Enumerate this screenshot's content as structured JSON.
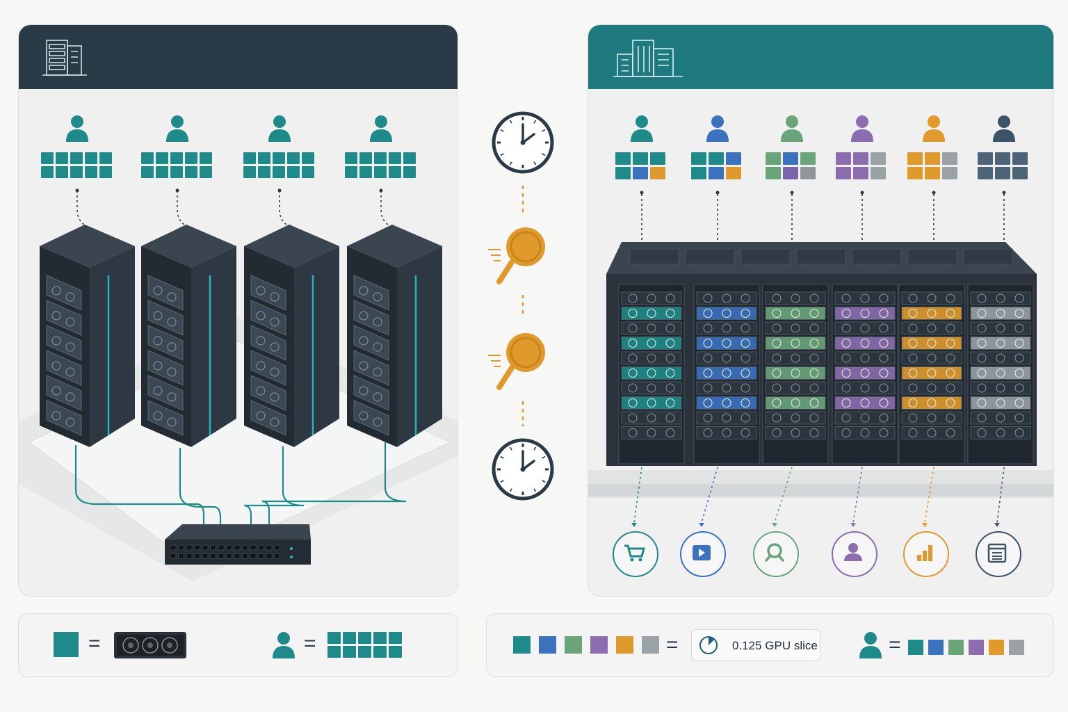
{
  "left_panel": {
    "header_color": "#2b3a47",
    "header_icon": "server-building-icon",
    "users": [
      {
        "color": "#1f8a8a",
        "gpus": 10
      },
      {
        "color": "#1f8a8a",
        "gpus": 10
      },
      {
        "color": "#1f8a8a",
        "gpus": 10
      },
      {
        "color": "#1f8a8a",
        "gpus": 10
      }
    ],
    "racks": 4,
    "switch_icon": "network-switch-icon"
  },
  "center_timeline": {
    "items": [
      "clock-icon",
      "magnifier-icon",
      "magnifier-icon",
      "clock-icon"
    ],
    "accent": "#e09a2c"
  },
  "right_panel": {
    "header_color": "#1f7a80",
    "header_icon": "office-building-icon",
    "users": [
      {
        "color": "#1f8a8a",
        "cells": [
          "#1f8a8a",
          "#1f8a8a",
          "#1f8a8a",
          "#1f8a8a",
          "#3a72bf",
          "#e09a2c"
        ]
      },
      {
        "color": "#3a72bf",
        "cells": [
          "#1f8a8a",
          "#1f8a8a",
          "#3a72bf",
          "#1f8a8a",
          "#3a72bf",
          "#e09a2c"
        ]
      },
      {
        "color": "#6aa57a",
        "cells": [
          "#6aa57a",
          "#3a72bf",
          "#6aa57a",
          "#6aa57a",
          "#7b65a8",
          "#8f979b"
        ]
      },
      {
        "color": "#8b6db0",
        "cells": [
          "#8b6db0",
          "#8b6db0",
          "#9aa2a6",
          "#8b6db0",
          "#8b6db0",
          "#9aa2a6"
        ]
      },
      {
        "color": "#e09a2c",
        "cells": [
          "#e09a2c",
          "#e09a2c",
          "#9aa2a6",
          "#e09a2c",
          "#e09a2c",
          "#9aa2a6"
        ]
      },
      {
        "color": "#3d5366",
        "cells": [
          "#4d6376",
          "#4d6376",
          "#4d6376",
          "#4d6376",
          "#4d6376",
          "#4d6376"
        ]
      }
    ],
    "slot_colors": [
      "#1f8a8a",
      "#3a72bf",
      "#6aa57a",
      "#8b6db0",
      "#e09a2c",
      "#9aa2a6"
    ],
    "services": [
      {
        "icon": "shopping-cart-icon",
        "color": "#1f8a8a"
      },
      {
        "icon": "video-play-icon",
        "color": "#3a72bf"
      },
      {
        "icon": "search-icon",
        "color": "#6aa57a"
      },
      {
        "icon": "user-profile-icon",
        "color": "#8b6db0"
      },
      {
        "icon": "bar-chart-icon",
        "color": "#e09a2c"
      },
      {
        "icon": "document-list-icon",
        "color": "#3d5366"
      }
    ]
  },
  "legend_left": {
    "square_color": "#1f8a8a",
    "gpu_icon": "gpu-card-icon",
    "equals": "="
  },
  "legend_right": {
    "colors": [
      "#1f8a8a",
      "#3a72bf",
      "#6aa57a",
      "#8b6db0",
      "#e09a2c",
      "#9aa2a6"
    ],
    "equals": "=",
    "slice_label": "0.125 GPU slice",
    "slice_icon": "pie-slice-icon",
    "user_colors": [
      "#1f8a8a",
      "#3a72bf",
      "#6aa57a",
      "#8b6db0",
      "#e09a2c",
      "#9aa2a6"
    ]
  }
}
